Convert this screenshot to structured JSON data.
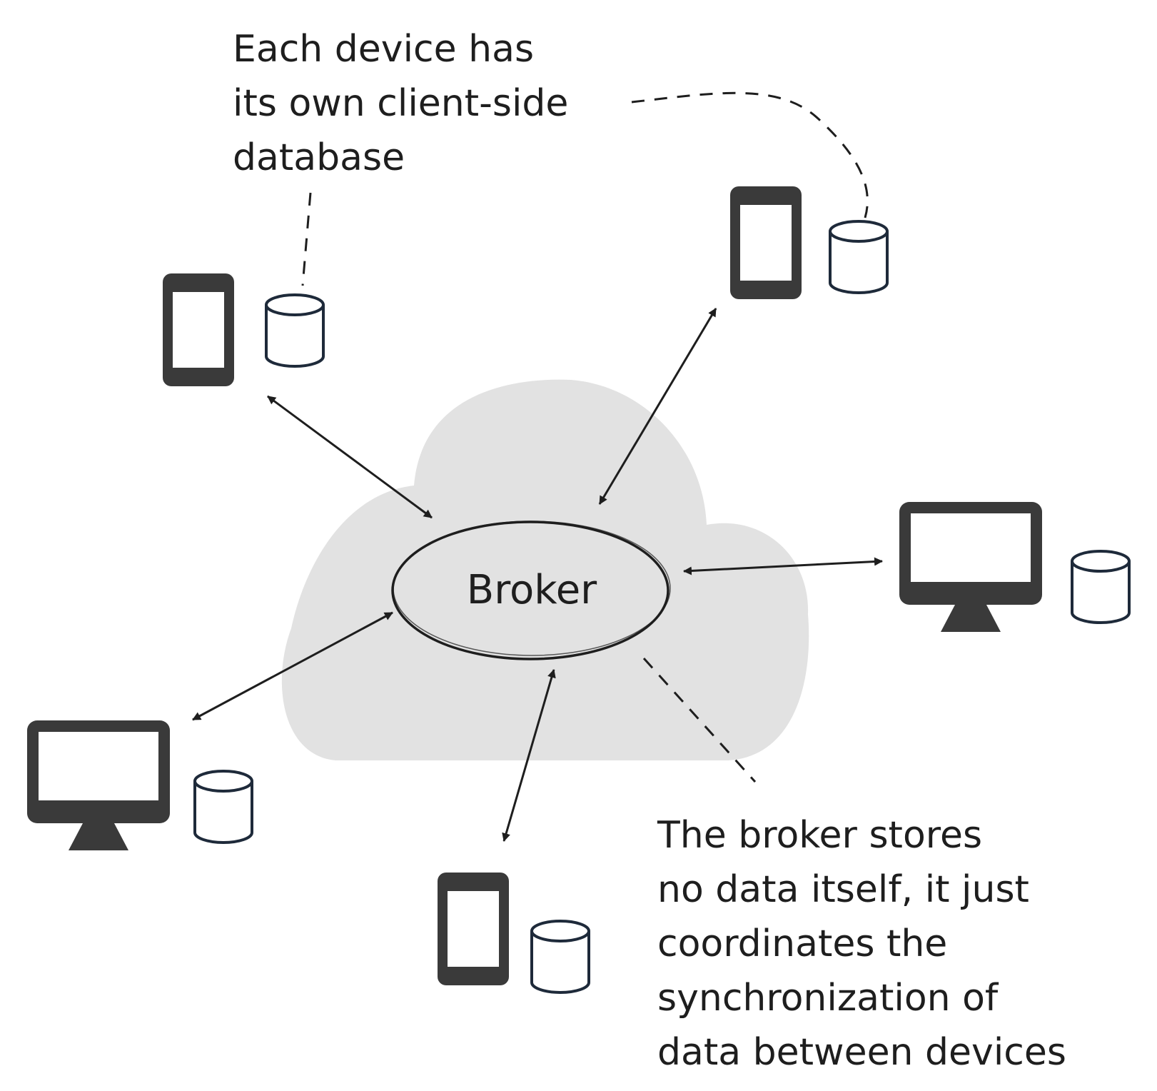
{
  "broker": {
    "label": "Broker"
  },
  "annotations": {
    "top_note": [
      "Each device has",
      "its own client-side",
      "database"
    ],
    "bottom_note": [
      "The broker stores",
      "no data itself, it just",
      "coordinates the",
      "synchronization of",
      "data between devices"
    ]
  },
  "devices": [
    {
      "name": "phone-top-left",
      "type": "phone",
      "has_database": true
    },
    {
      "name": "phone-top-right",
      "type": "phone",
      "has_database": true
    },
    {
      "name": "monitor-right",
      "type": "monitor",
      "has_database": true
    },
    {
      "name": "phone-bottom",
      "type": "phone",
      "has_database": true
    },
    {
      "name": "monitor-bottom-left",
      "type": "monitor",
      "has_database": true
    }
  ],
  "colors": {
    "cloud": "#e2e2e2",
    "device": "#3a3a3a",
    "ink": "#1e1e1e",
    "database_stroke": "#1e2a3a"
  }
}
